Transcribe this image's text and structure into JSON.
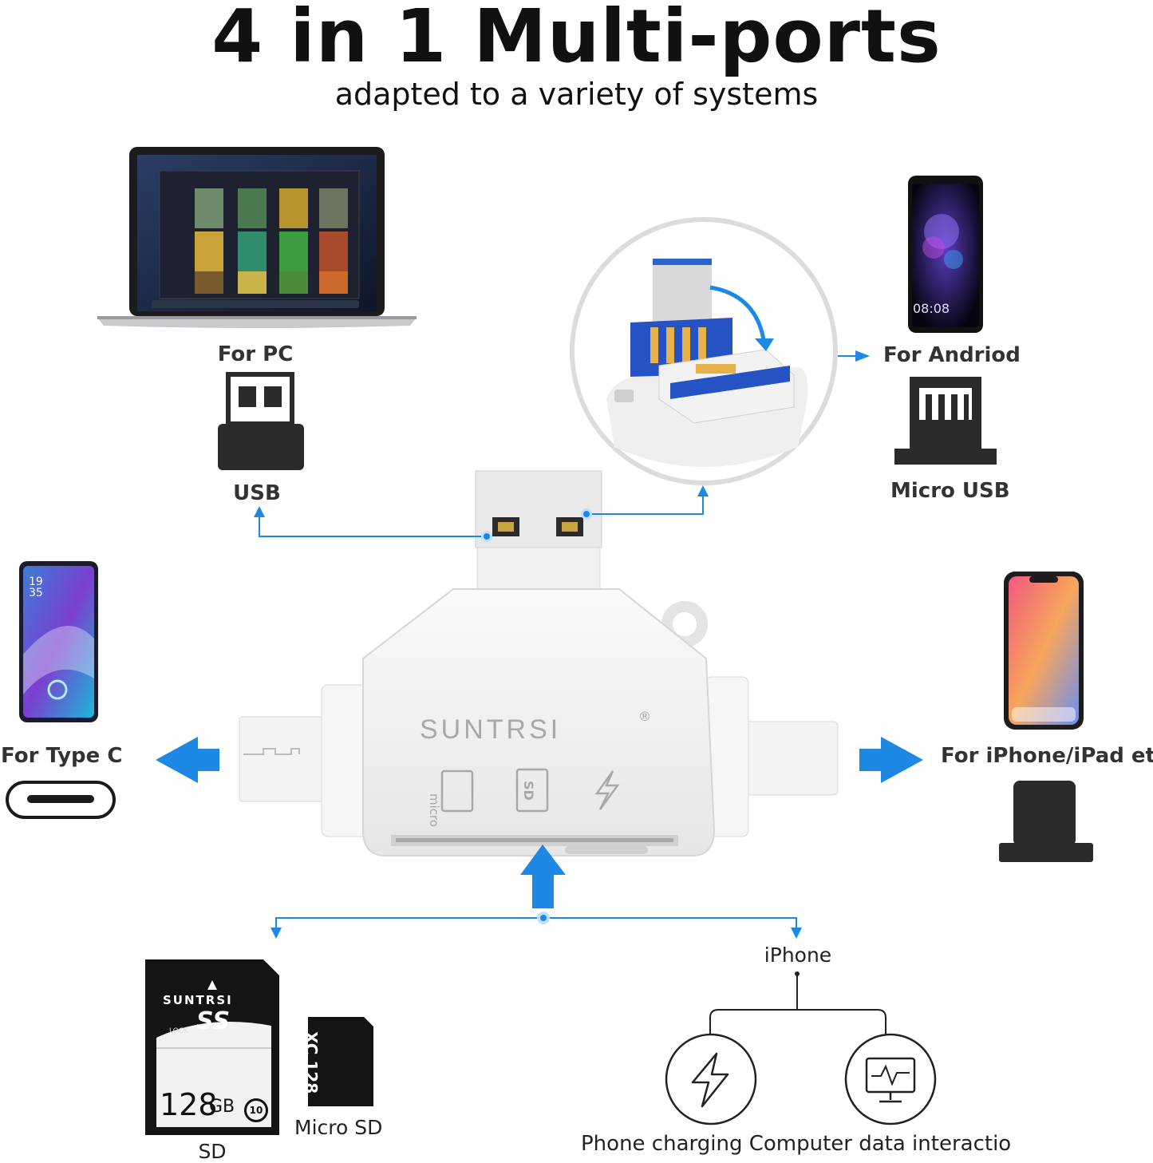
{
  "header": {
    "title": "4 in 1 Multi-ports",
    "subtitle": "adapted to a variety of systems"
  },
  "brand": {
    "name": "SUNTRSI",
    "registered": "®",
    "slot_label_micro": "micro",
    "slot_label_sd": "SD"
  },
  "ports": {
    "pc_label": "For PC",
    "pc_connector": "USB",
    "android_label": "For Andriod",
    "android_connector": "Micro USB",
    "typec_label": "For Type C",
    "iphone_label": "For iPhone/iPad etc"
  },
  "phones": {
    "android_time": "08:08",
    "typec_time_h": "19",
    "typec_time_m": "35"
  },
  "cards": {
    "sd_brand": "SUNTRSI",
    "sd_logo": "SS",
    "sd_lock": "LOCK",
    "sd_capacity": "128",
    "sd_unit": "GB",
    "sd_class": "10",
    "sd_caption": "SD",
    "micro_capacity": "128",
    "micro_type": "XC",
    "micro_caption": "Micro SD"
  },
  "iphone_functions": {
    "root_label": "iPhone",
    "footer": "Phone charging Computer data interactio"
  },
  "colors": {
    "accent_blue": "#1e88e5",
    "device_white": "#f2f2f2",
    "connector_dark": "#2b2b2b"
  },
  "icons": [
    "laptop-icon",
    "usb-port-icon",
    "micro-usb-port-icon",
    "type-c-port-icon",
    "lightning-port-icon",
    "charging-icon",
    "monitor-data-icon",
    "arrow-icon"
  ]
}
